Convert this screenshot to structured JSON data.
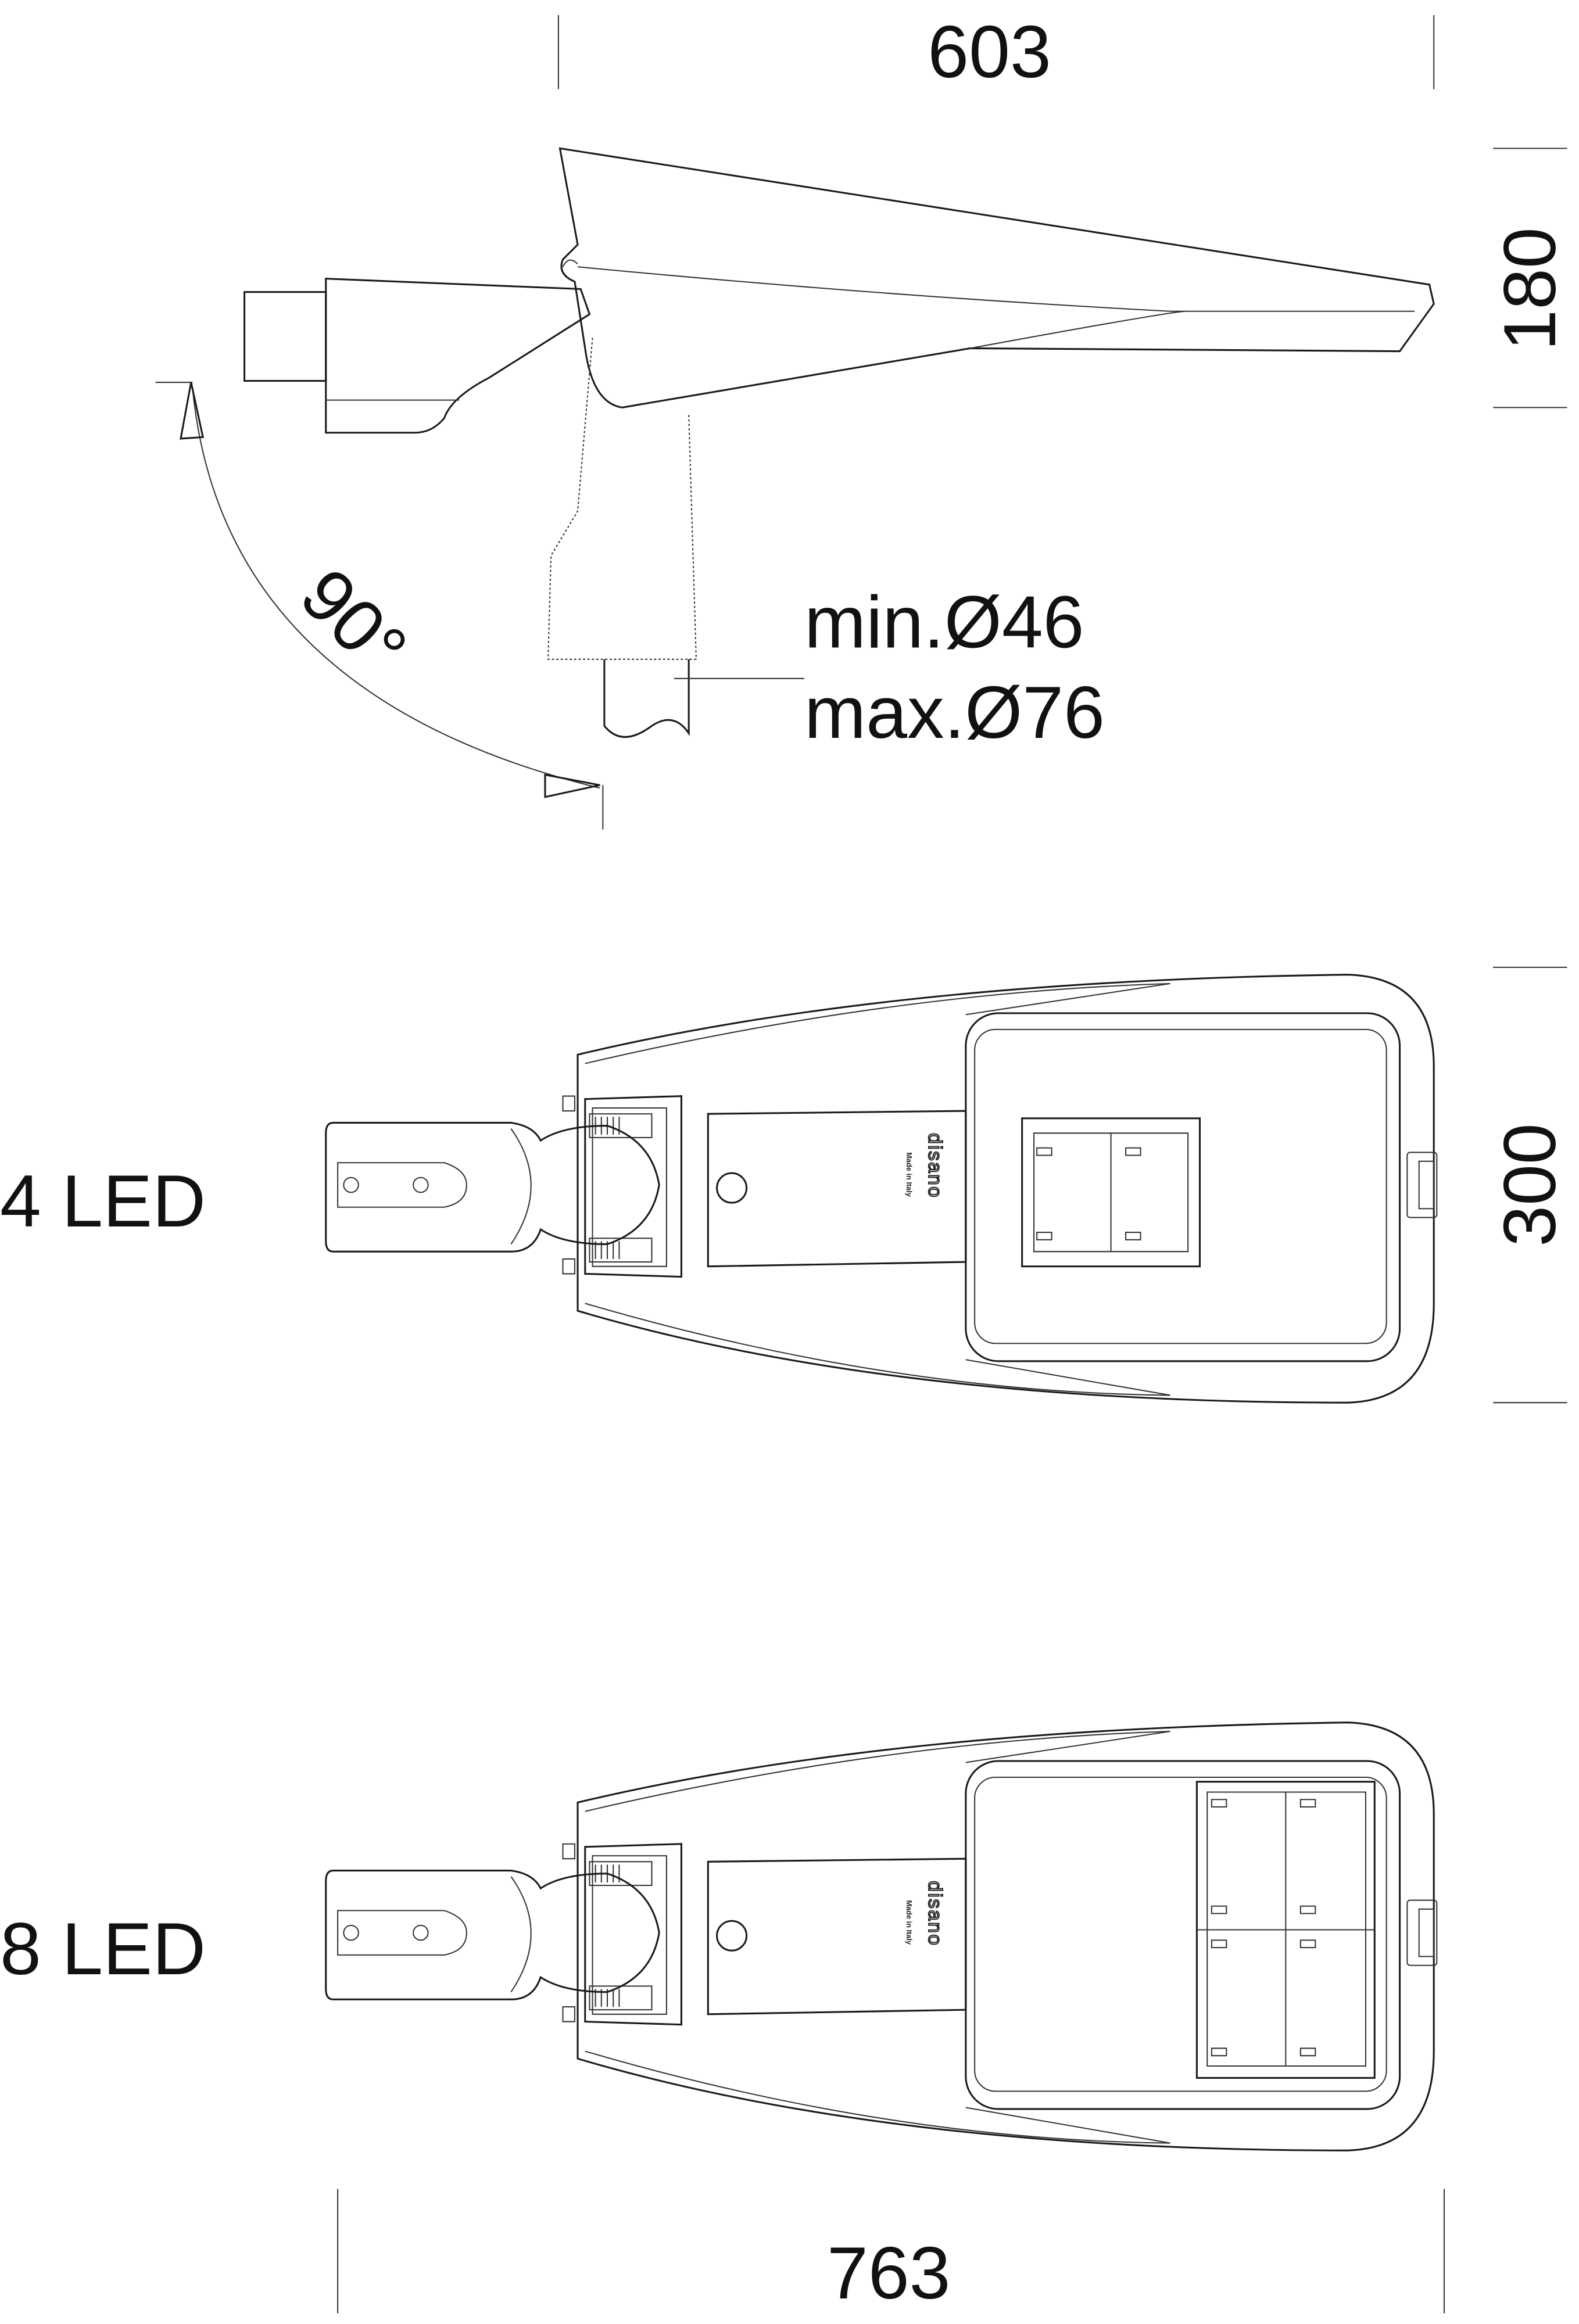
{
  "dimensions": {
    "side_length": "603",
    "side_height": "180",
    "top_width": "300",
    "overall_length": "763",
    "tilt_angle": "90°",
    "pole_min": "min.Ø46",
    "pole_max": "max.Ø76"
  },
  "views": [
    {
      "label": "4 LED",
      "led_modules": 4
    },
    {
      "label": "8 LED",
      "led_modules": 8
    }
  ],
  "marking": {
    "brand": "disano",
    "origin": "Made in Italy"
  }
}
